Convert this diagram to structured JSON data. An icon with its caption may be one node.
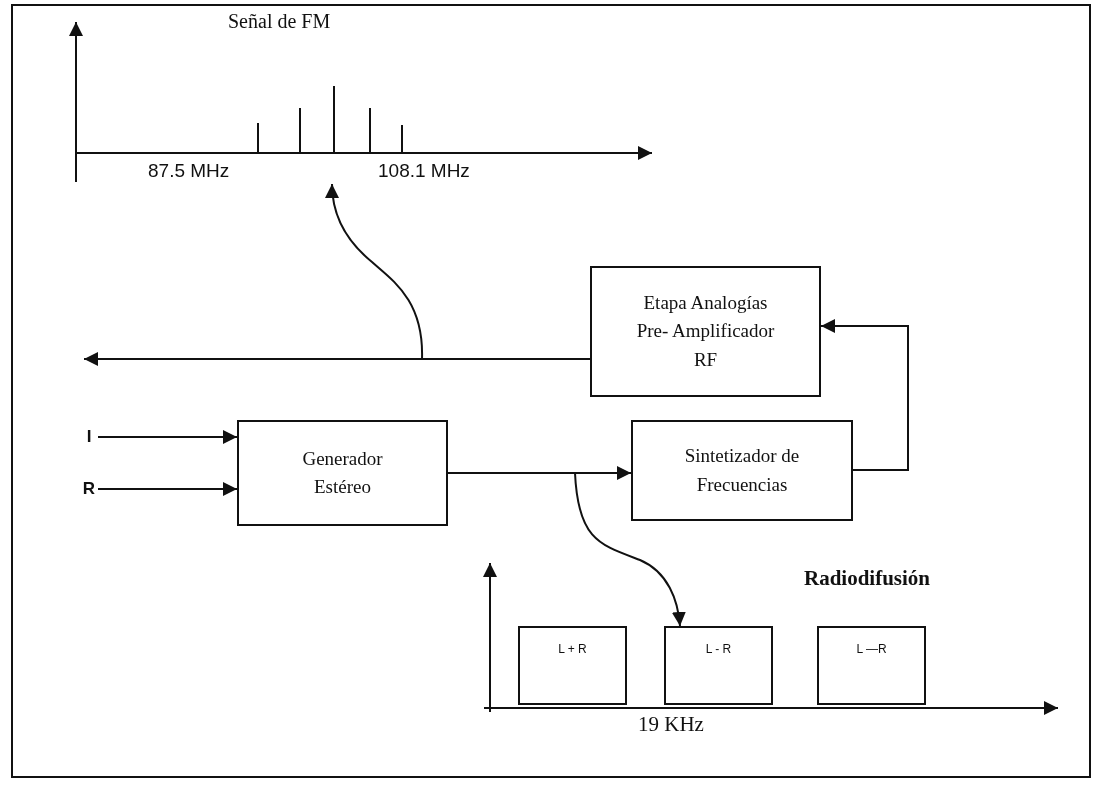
{
  "diagram": {
    "nodes": [
      {
        "text": [
          "I"
        ]
      },
      {
        "text": [
          "R"
        ]
      },
      {
        "text": [
          "Generador Estéreo"
        ]
      },
      {
        "text": [
          "Sintetizador de Frecuencias"
        ]
      },
      {
        "text": [
          "Etapa Analogías Pre- Amplificador RF"
        ]
      },
      {
        "text": [
          "L + R"
        ]
      },
      {
        "text": [
          "L - R"
        ]
      },
      {
        "text": [
          "L —R"
        ]
      },
      {
        "text": [],
        "shape": "picture"
      }
    ],
    "edges": [
      {
        "from": 0,
        "to": 2,
        "arrow": "to"
      },
      {
        "from": 1,
        "to": 2,
        "arrow": "to"
      },
      {
        "from": 2,
        "to": 3,
        "arrow": "to"
      },
      {
        "from": 3,
        "to": 4,
        "arrow": "to"
      },
      {
        "from": 4,
        "to": null,
        "arrow": "to"
      },
      {
        "from": 4,
        "to": 8,
        "arrow": "to"
      },
      {
        "from": 2,
        "to": 6,
        "arrow": "to"
      }
    ],
    "labels": [
      "Señal de FM",
      "87.5 MHz",
      "108.1 MHz",
      "Radiodifusión",
      "19 KHz"
    ]
  }
}
